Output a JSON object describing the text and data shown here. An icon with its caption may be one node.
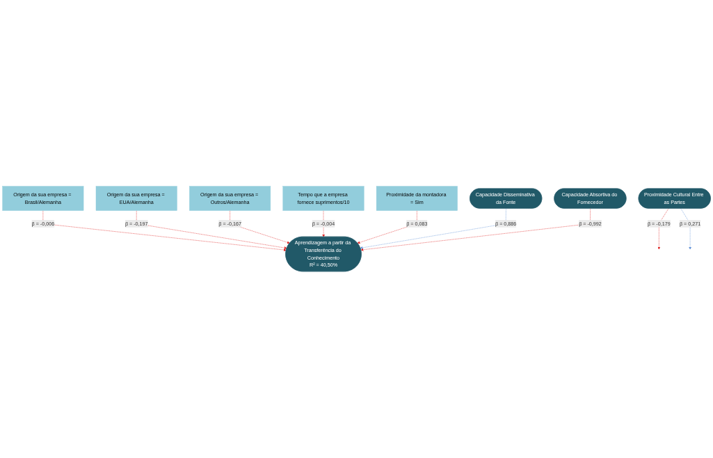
{
  "diagram": {
    "nodes": [
      {
        "text": [
          "Origem da sua empresa = Brasil/Alemanha"
        ]
      },
      {
        "text": [
          "Origem da sua empresa = EUA/Alemanha"
        ]
      },
      {
        "text": [
          "Origem da sua empresa = Outros/Alemanha"
        ]
      },
      {
        "text": [
          "Tempo que a empresa fornece suprimentos/10"
        ]
      },
      {
        "text": [
          "Proximidade da montadora = Sim"
        ]
      },
      {
        "text": [
          "Aprendizagem a partir da Transferência do Conhecimento",
          "R² = 40,50%"
        ]
      },
      {
        "text": [
          "Proximidade Cultural Entre as Partes"
        ]
      },
      {
        "text": [
          "Capacidade Disseminativa da Fonte"
        ]
      },
      {
        "text": [
          "Capacidade Absortiva do Fornecedor"
        ]
      }
    ],
    "edges": [
      {
        "from": 0,
        "to": 5,
        "arrow": "to",
        "style": "dashed",
        "label": "β = -0,006"
      },
      {
        "from": 1,
        "to": 5,
        "arrow": "to",
        "style": "dashed",
        "label": "β = -0,197"
      },
      {
        "from": 2,
        "to": 5,
        "arrow": "to",
        "style": "dashed",
        "label": "β = -0,167"
      },
      {
        "from": 3,
        "to": 5,
        "arrow": "to",
        "style": "dashed",
        "label": "β = -0,004"
      },
      {
        "from": 4,
        "to": 5,
        "arrow": "to",
        "style": "dashed",
        "label": "β = 0,083"
      },
      {
        "from": 6,
        "to": null,
        "arrow": "to",
        "style": "dashed",
        "label": "β = -0,179"
      },
      {
        "from": 7,
        "to": 5,
        "arrow": "to",
        "style": "dashed",
        "label": "β = 0,886",
        "color": "#5b8fd6"
      },
      {
        "from": 6,
        "to": null,
        "arrow": "to",
        "style": "dashed",
        "label": "β = 0,271",
        "color": "#5b8fd6"
      },
      {
        "from": 8,
        "to": 5,
        "arrow": "to",
        "style": "dashed",
        "label": "β = -0,992"
      }
    ]
  }
}
